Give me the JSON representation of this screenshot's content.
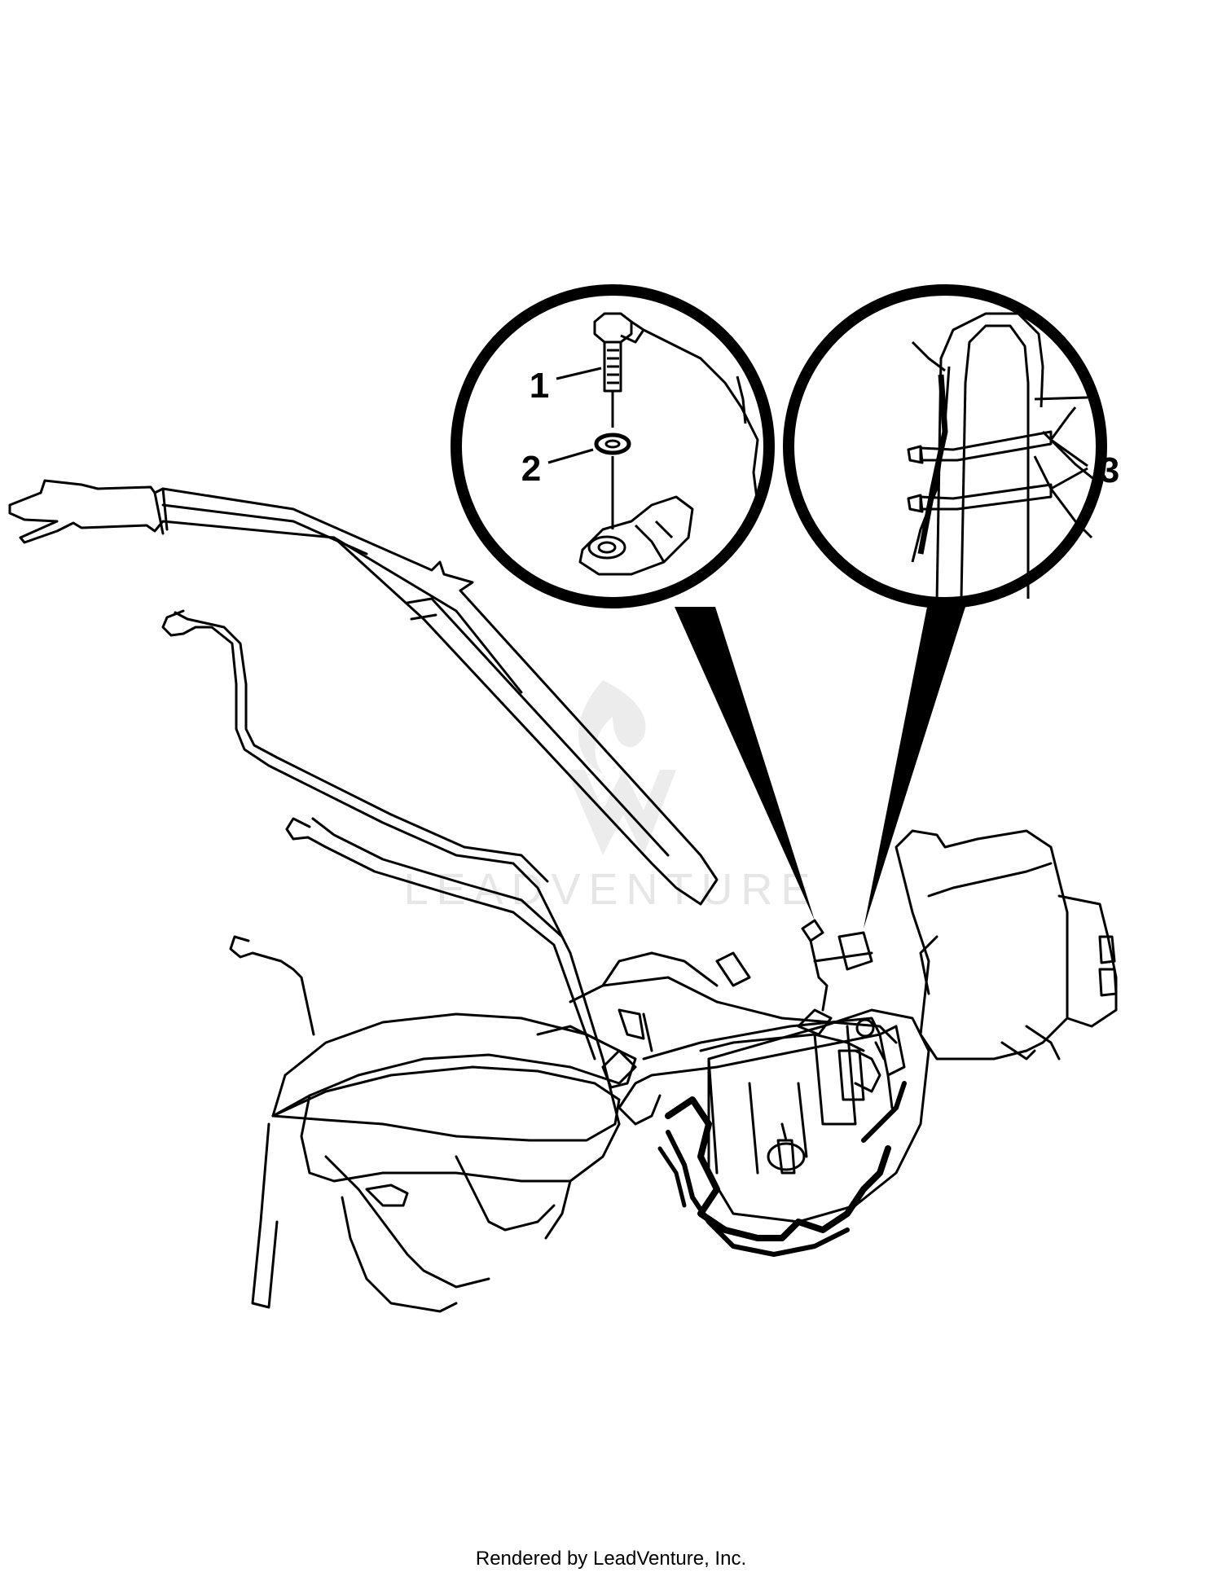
{
  "diagram": {
    "callouts": {
      "c1": "1",
      "c2": "2",
      "c3": "3"
    },
    "watermark": {
      "text": "LEADVENTURE",
      "logo": "flame-logo-icon"
    }
  },
  "footer": {
    "text": "Rendered by LeadVenture, Inc."
  },
  "colors": {
    "line": "#000000",
    "background": "#ffffff",
    "watermark": "#e6e6e6"
  }
}
